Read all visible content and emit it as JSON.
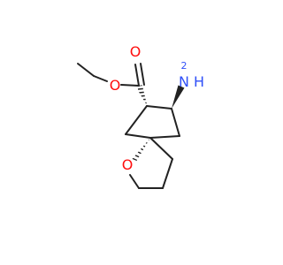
{
  "molecule": {
    "atoms": {
      "carbonyl_oxygen": "O",
      "ester_oxygen": "O",
      "ring_oxygen": "O",
      "amine_nitrogen": "N",
      "amine_hydrogen": "H",
      "amine_hydrogen_count": "2"
    },
    "colors": {
      "bond": "#222222",
      "oxygen": "#ff0d0d",
      "nitrogen": "#3050f8"
    }
  }
}
